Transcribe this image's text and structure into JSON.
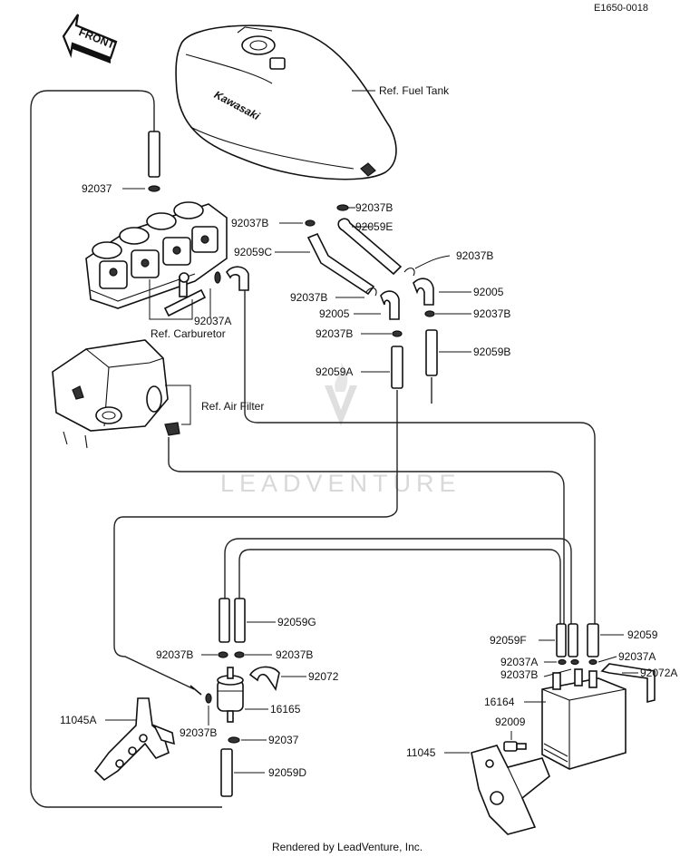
{
  "header": {
    "code": "E1650-0018"
  },
  "front_arrow": {
    "label": "FRONT"
  },
  "tank_brand": "Kawasaki",
  "watermark": {
    "text": "LEADVENTURE"
  },
  "footer": {
    "credit": "Rendered by LeadVenture, Inc."
  },
  "labels": {
    "ref_fuel_tank": "Ref. Fuel Tank",
    "ref_carburetor": "Ref. Carburetor",
    "ref_air_filter": "Ref. Air Filter",
    "p92037_top": "92037",
    "p92037a_carb": "92037A",
    "p92037b_1": "92037B",
    "p92037b_2": "92037B",
    "p92059e": "92059E",
    "p92059c": "92059C",
    "p92037b_3": "92037B",
    "p92037b_4": "92037B",
    "p92005_left": "92005",
    "p92005_right": "92005",
    "p92037b_5": "92037B",
    "p92037b_6": "92037B",
    "p92059a": "92059A",
    "p92059b": "92059B",
    "p92059g": "92059G",
    "p92037b_7": "92037B",
    "p92037b_8": "92037B",
    "p92072_left": "92072",
    "p11045a": "11045A",
    "p16165": "16165",
    "p92037b_9": "92037B",
    "p92037_bottom": "92037",
    "p92059d": "92059D",
    "p92059f": "92059F",
    "p92059": "92059",
    "p92037a_l": "92037A",
    "p92037a_r": "92037A",
    "p92037b_10": "92037B",
    "p92072a": "92072A",
    "p16164": "16164",
    "p92009": "92009",
    "p11045": "11045"
  }
}
